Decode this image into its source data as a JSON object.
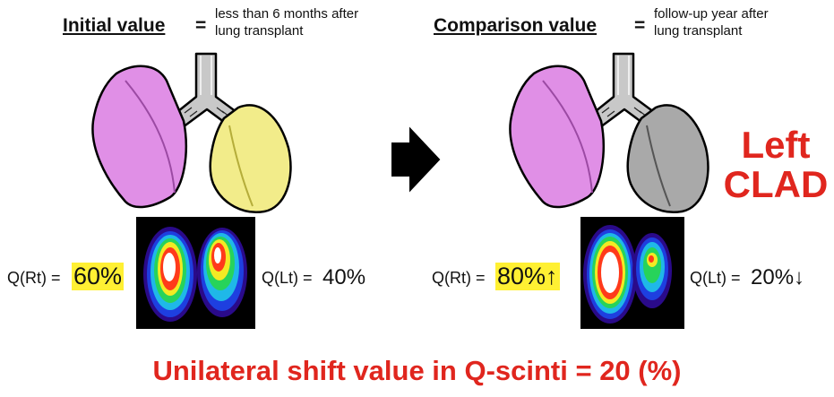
{
  "left_panel": {
    "title": "Initial value",
    "equals": "=",
    "desc_line1": "less than 6 months after",
    "desc_line2": "lung transplant",
    "q_rt_label": "Q(Rt) =",
    "q_rt_value": "60%",
    "q_lt_label": "Q(Lt) =",
    "q_lt_value": "40%"
  },
  "right_panel": {
    "title": "Comparison value",
    "equals": "=",
    "desc_line1": "follow-up year after",
    "desc_line2": "lung transplant",
    "q_rt_label": "Q(Rt) =",
    "q_rt_value": "80%↑",
    "q_lt_label": "Q(Lt) =",
    "q_lt_value": "20%↓",
    "clad_line1": "Left",
    "clad_line2": "CLAD"
  },
  "footer": {
    "text": "Unilateral shift value in Q-scinti = 20 (%)"
  },
  "colors": {
    "right_lung": "#e08fe6",
    "left_lung_initial": "#f2ec8a",
    "left_lung_clad": "#a9a9a9",
    "trachea": "#c8c8c8",
    "accent_red": "#e0261e",
    "highlight": "#fff033"
  }
}
